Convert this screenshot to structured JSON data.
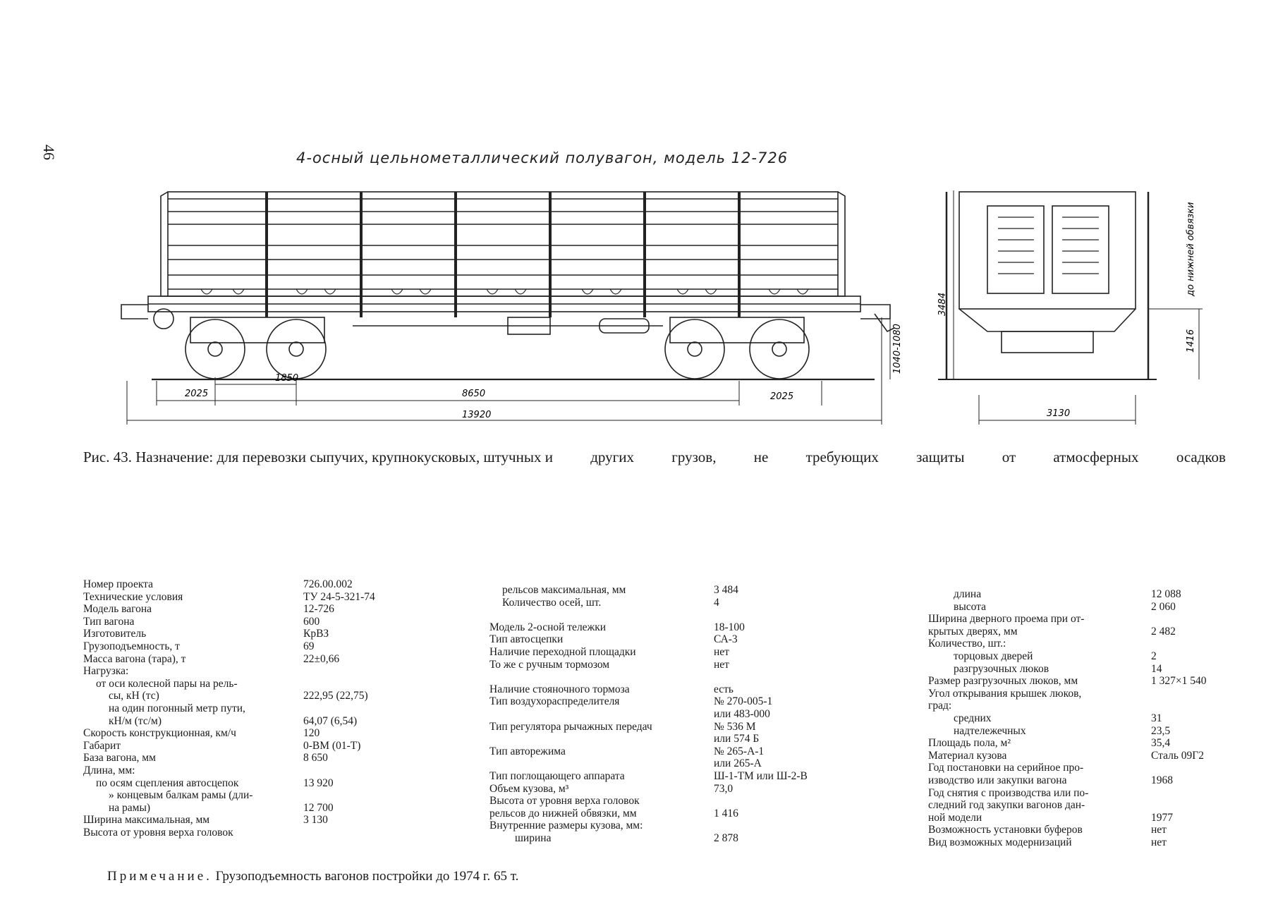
{
  "page_number": "46",
  "title": "4-осный цельнометаллический полувагон, модель 12-726",
  "dimensions": {
    "d2025_left": "2025",
    "d1850": "1850",
    "d8650": "8650",
    "d2025_right": "2025",
    "d13920": "13920",
    "d1040_1080": "1040-1080",
    "d3484": "3484",
    "d1416": "1416",
    "d3130": "3130",
    "side_label": "до нижней обвязки"
  },
  "caption_words": [
    "Рис. 43. Назначение: для перевозки сыпучих, крупнокусковых, штучных и",
    "других",
    "грузов,",
    "не",
    "требующих",
    "защиты",
    "от",
    "атмосферных",
    "осадков"
  ],
  "specs_col1": [
    {
      "label": "Номер проекта",
      "value": "726.00.002"
    },
    {
      "label": "Технические условия",
      "value": "ТУ 24-5-321-74"
    },
    {
      "label": "Модель вагона",
      "value": "12-726"
    },
    {
      "label": "Тип вагона",
      "value": "600"
    },
    {
      "label": "Изготовитель",
      "value": "КрВЗ"
    },
    {
      "label": "Грузоподъемность, т",
      "value": "69"
    },
    {
      "label": "Масса вагона (тара), т",
      "value": "22±0,66"
    },
    {
      "label": "Нагрузка:",
      "value": ""
    },
    {
      "label": "от оси колесной пары на рель-",
      "value": "",
      "indent": 1
    },
    {
      "label": "сы, кН (тс)",
      "value": "222,95 (22,75)",
      "indent": 2
    },
    {
      "label": "на один погонный метр пути,",
      "value": "",
      "indent": 2
    },
    {
      "label": "кН/м (тс/м)",
      "value": "64,07 (6,54)",
      "indent": 2
    },
    {
      "label": "Скорость конструкционная, км/ч",
      "value": "120"
    },
    {
      "label": "Габарит",
      "value": "0-ВМ (01-Т)"
    },
    {
      "label": "База вагона, мм",
      "value": "8 650"
    },
    {
      "label": "Длина, мм:",
      "value": ""
    },
    {
      "label": "по осям сцепления автосцепок",
      "value": "13 920",
      "indent": 1
    },
    {
      "label": "» концевым балкам рамы (дли-",
      "value": "",
      "indent": 2
    },
    {
      "label": "на рамы)",
      "value": "12 700",
      "indent": 2
    },
    {
      "label": "Ширина максимальная, мм",
      "value": "3 130"
    },
    {
      "label": "Высота от уровня верха головок",
      "value": ""
    }
  ],
  "specs_col2": [
    {
      "label": "рельсов максимальная, мм",
      "value": "3 484",
      "indent": 1
    },
    {
      "label": "Количество осей, шт.",
      "value": "4",
      "indent": 1
    },
    {
      "label": "",
      "value": ""
    },
    {
      "label": "Модель 2-осной тележки",
      "value": "18-100"
    },
    {
      "label": "Тип автосцепки",
      "value": "СА-3"
    },
    {
      "label": "Наличие переходной площадки",
      "value": "нет"
    },
    {
      "label": "То же с ручным тормозом",
      "value": "нет"
    },
    {
      "label": "",
      "value": ""
    },
    {
      "label": "Наличие стояночного тормоза",
      "value": "есть"
    },
    {
      "label": "Тип воздухораспределителя",
      "value": "№ 270-005-1"
    },
    {
      "label": "",
      "value": "или 483-000"
    },
    {
      "label": "Тип регулятора рычажных передач",
      "value": "№ 536 М"
    },
    {
      "label": "",
      "value": "или 574 Б"
    },
    {
      "label": "Тип авторежима",
      "value": "№ 265-А-1"
    },
    {
      "label": "",
      "value": "или 265-А"
    },
    {
      "label": "Тип поглощающего аппарата",
      "value": "Ш-1-ТМ или Ш-2-В"
    },
    {
      "label": "Объем кузова, м³",
      "value": "73,0"
    },
    {
      "label": "Высота от уровня верха головок",
      "value": ""
    },
    {
      "label": "рельсов до нижней обвязки, мм",
      "value": "1 416"
    },
    {
      "label": "Внутренние размеры кузова, мм:",
      "value": ""
    },
    {
      "label": "ширина",
      "value": "2 878",
      "indent": 2
    }
  ],
  "specs_col3": [
    {
      "label": "длина",
      "value": "12 088",
      "indent": 2
    },
    {
      "label": "высота",
      "value": "2 060",
      "indent": 2
    },
    {
      "label": "Ширина дверного проема при от-",
      "value": ""
    },
    {
      "label": "крытых дверях, мм",
      "value": "2 482"
    },
    {
      "label": "Количество, шт.:",
      "value": ""
    },
    {
      "label": "торцовых дверей",
      "value": "2",
      "indent": 2
    },
    {
      "label": "разгрузочных люков",
      "value": "14",
      "indent": 2
    },
    {
      "label": "Размер разгрузочных люков, мм",
      "value": "1 327×1 540"
    },
    {
      "label": "Угол открывания крышек люков,",
      "value": ""
    },
    {
      "label": "град:",
      "value": ""
    },
    {
      "label": "средних",
      "value": "31",
      "indent": 2
    },
    {
      "label": "надтележечных",
      "value": "23,5",
      "indent": 2
    },
    {
      "label": "Площадь пола, м²",
      "value": "35,4"
    },
    {
      "label": "Материал кузова",
      "value": "Сталь 09Г2"
    },
    {
      "label": "Год постановки на серийное про-",
      "value": ""
    },
    {
      "label": "изводство или закупки вагона",
      "value": "1968"
    },
    {
      "label": "Год снятия с производства или по-",
      "value": ""
    },
    {
      "label": "следний год закупки вагонов дан-",
      "value": ""
    },
    {
      "label": "ной модели",
      "value": "1977"
    },
    {
      "label": "Возможность установки буферов",
      "value": "нет"
    },
    {
      "label": "Вид возможных модернизаций",
      "value": "нет"
    }
  ],
  "note": {
    "heading": "Примечание.",
    "text": "Грузоподъемность вагонов постройки до 1974 г. 65 т."
  }
}
